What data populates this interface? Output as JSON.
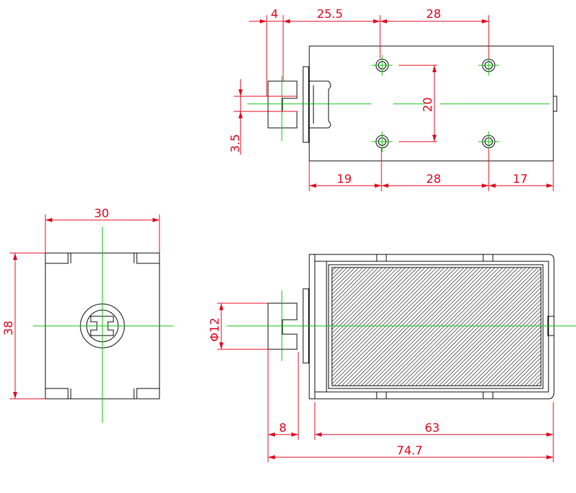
{
  "colors": {
    "outline": "#000000",
    "dimension": "#e6001a",
    "centerline": "#00c000",
    "background": "#ffffff"
  },
  "top_view": {
    "dim_plunger_width": "4",
    "dim_plunger_to_hole": "25.5",
    "dim_hole_spacing_top": "28",
    "dim_slot": "3.5",
    "dim_hole_spacing_vertical": "20",
    "dim_body_left": "19",
    "dim_hole_spacing_bottom": "28",
    "dim_body_right": "17"
  },
  "end_view": {
    "dim_width": "30",
    "dim_height": "38"
  },
  "side_view": {
    "dim_diameter": "Φ12",
    "dim_plunger_extension": "8",
    "dim_body_length": "63",
    "dim_overall_length": "74.7"
  }
}
